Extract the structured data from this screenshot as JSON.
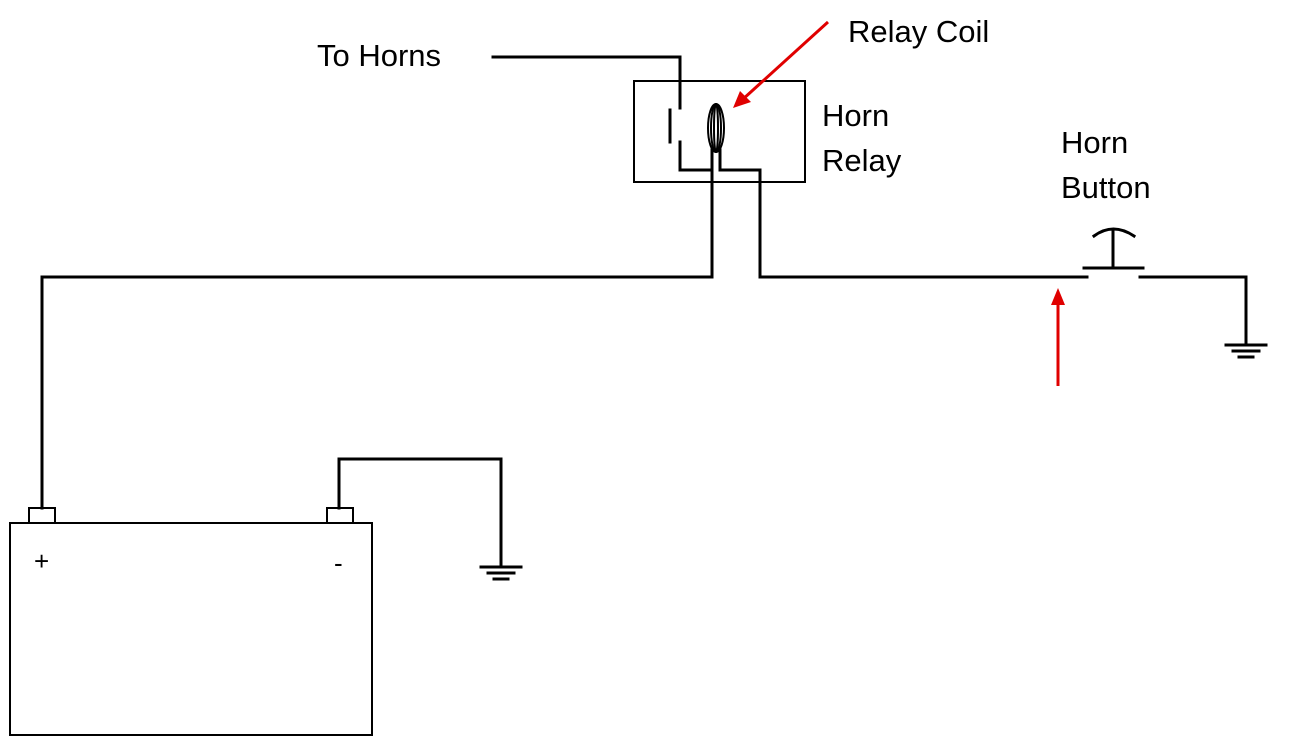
{
  "labels": {
    "to_horns": "To Horns",
    "relay_coil": "Relay Coil",
    "horn_relay_line1": "Horn",
    "horn_relay_line2": "Relay",
    "horn_button_line1": "Horn",
    "horn_button_line2": "Button",
    "battery_positive": "+",
    "battery_negative": "-"
  },
  "colors": {
    "wire": "#000000",
    "annotation_arrow": "#e00000",
    "background": "#ffffff"
  },
  "icons": {
    "ground": "ground-icon",
    "coil": "coil-icon",
    "battery": "battery-icon",
    "push_button": "push-button-icon"
  }
}
